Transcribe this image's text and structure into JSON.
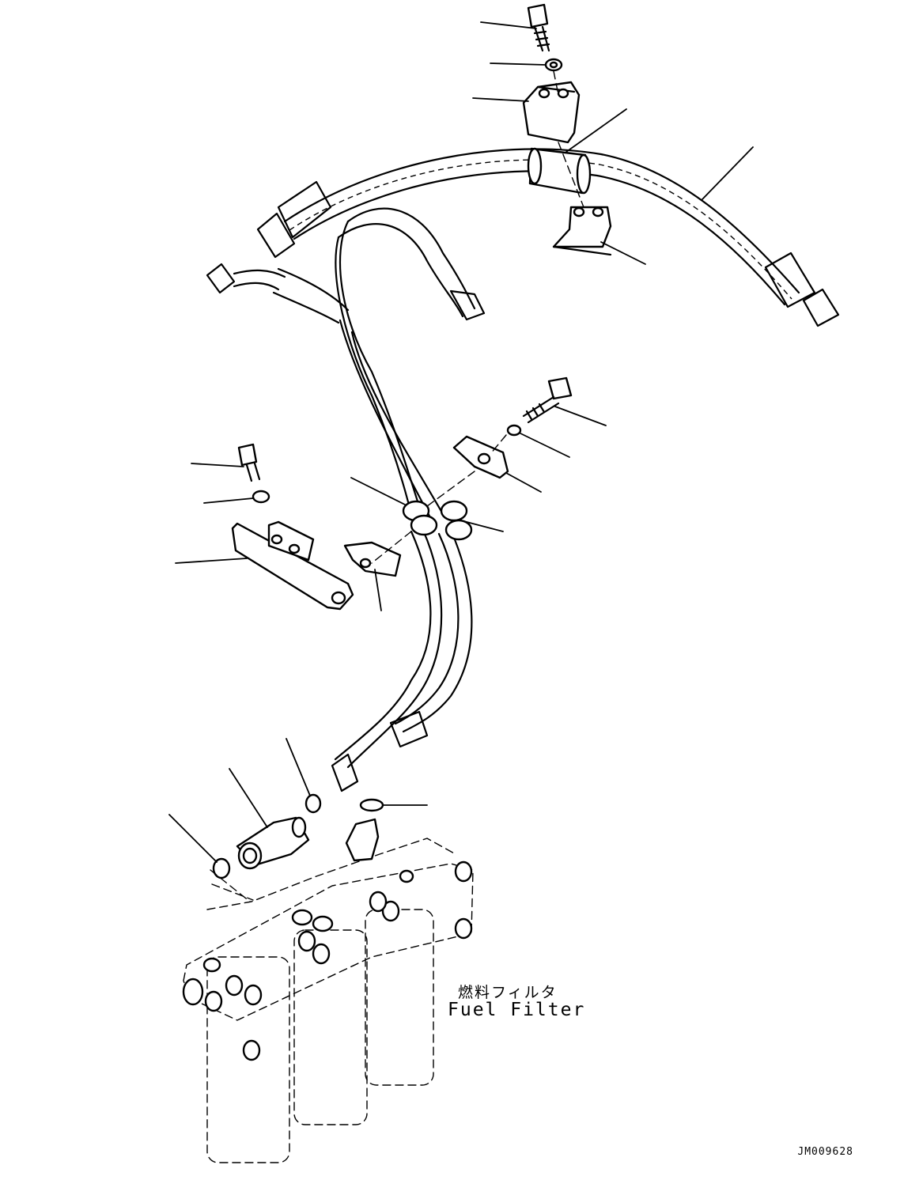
{
  "callout": {
    "component_jp": "燃料フィルタ",
    "component_en": "Fuel Filter"
  },
  "drawing_number": "JM009628"
}
